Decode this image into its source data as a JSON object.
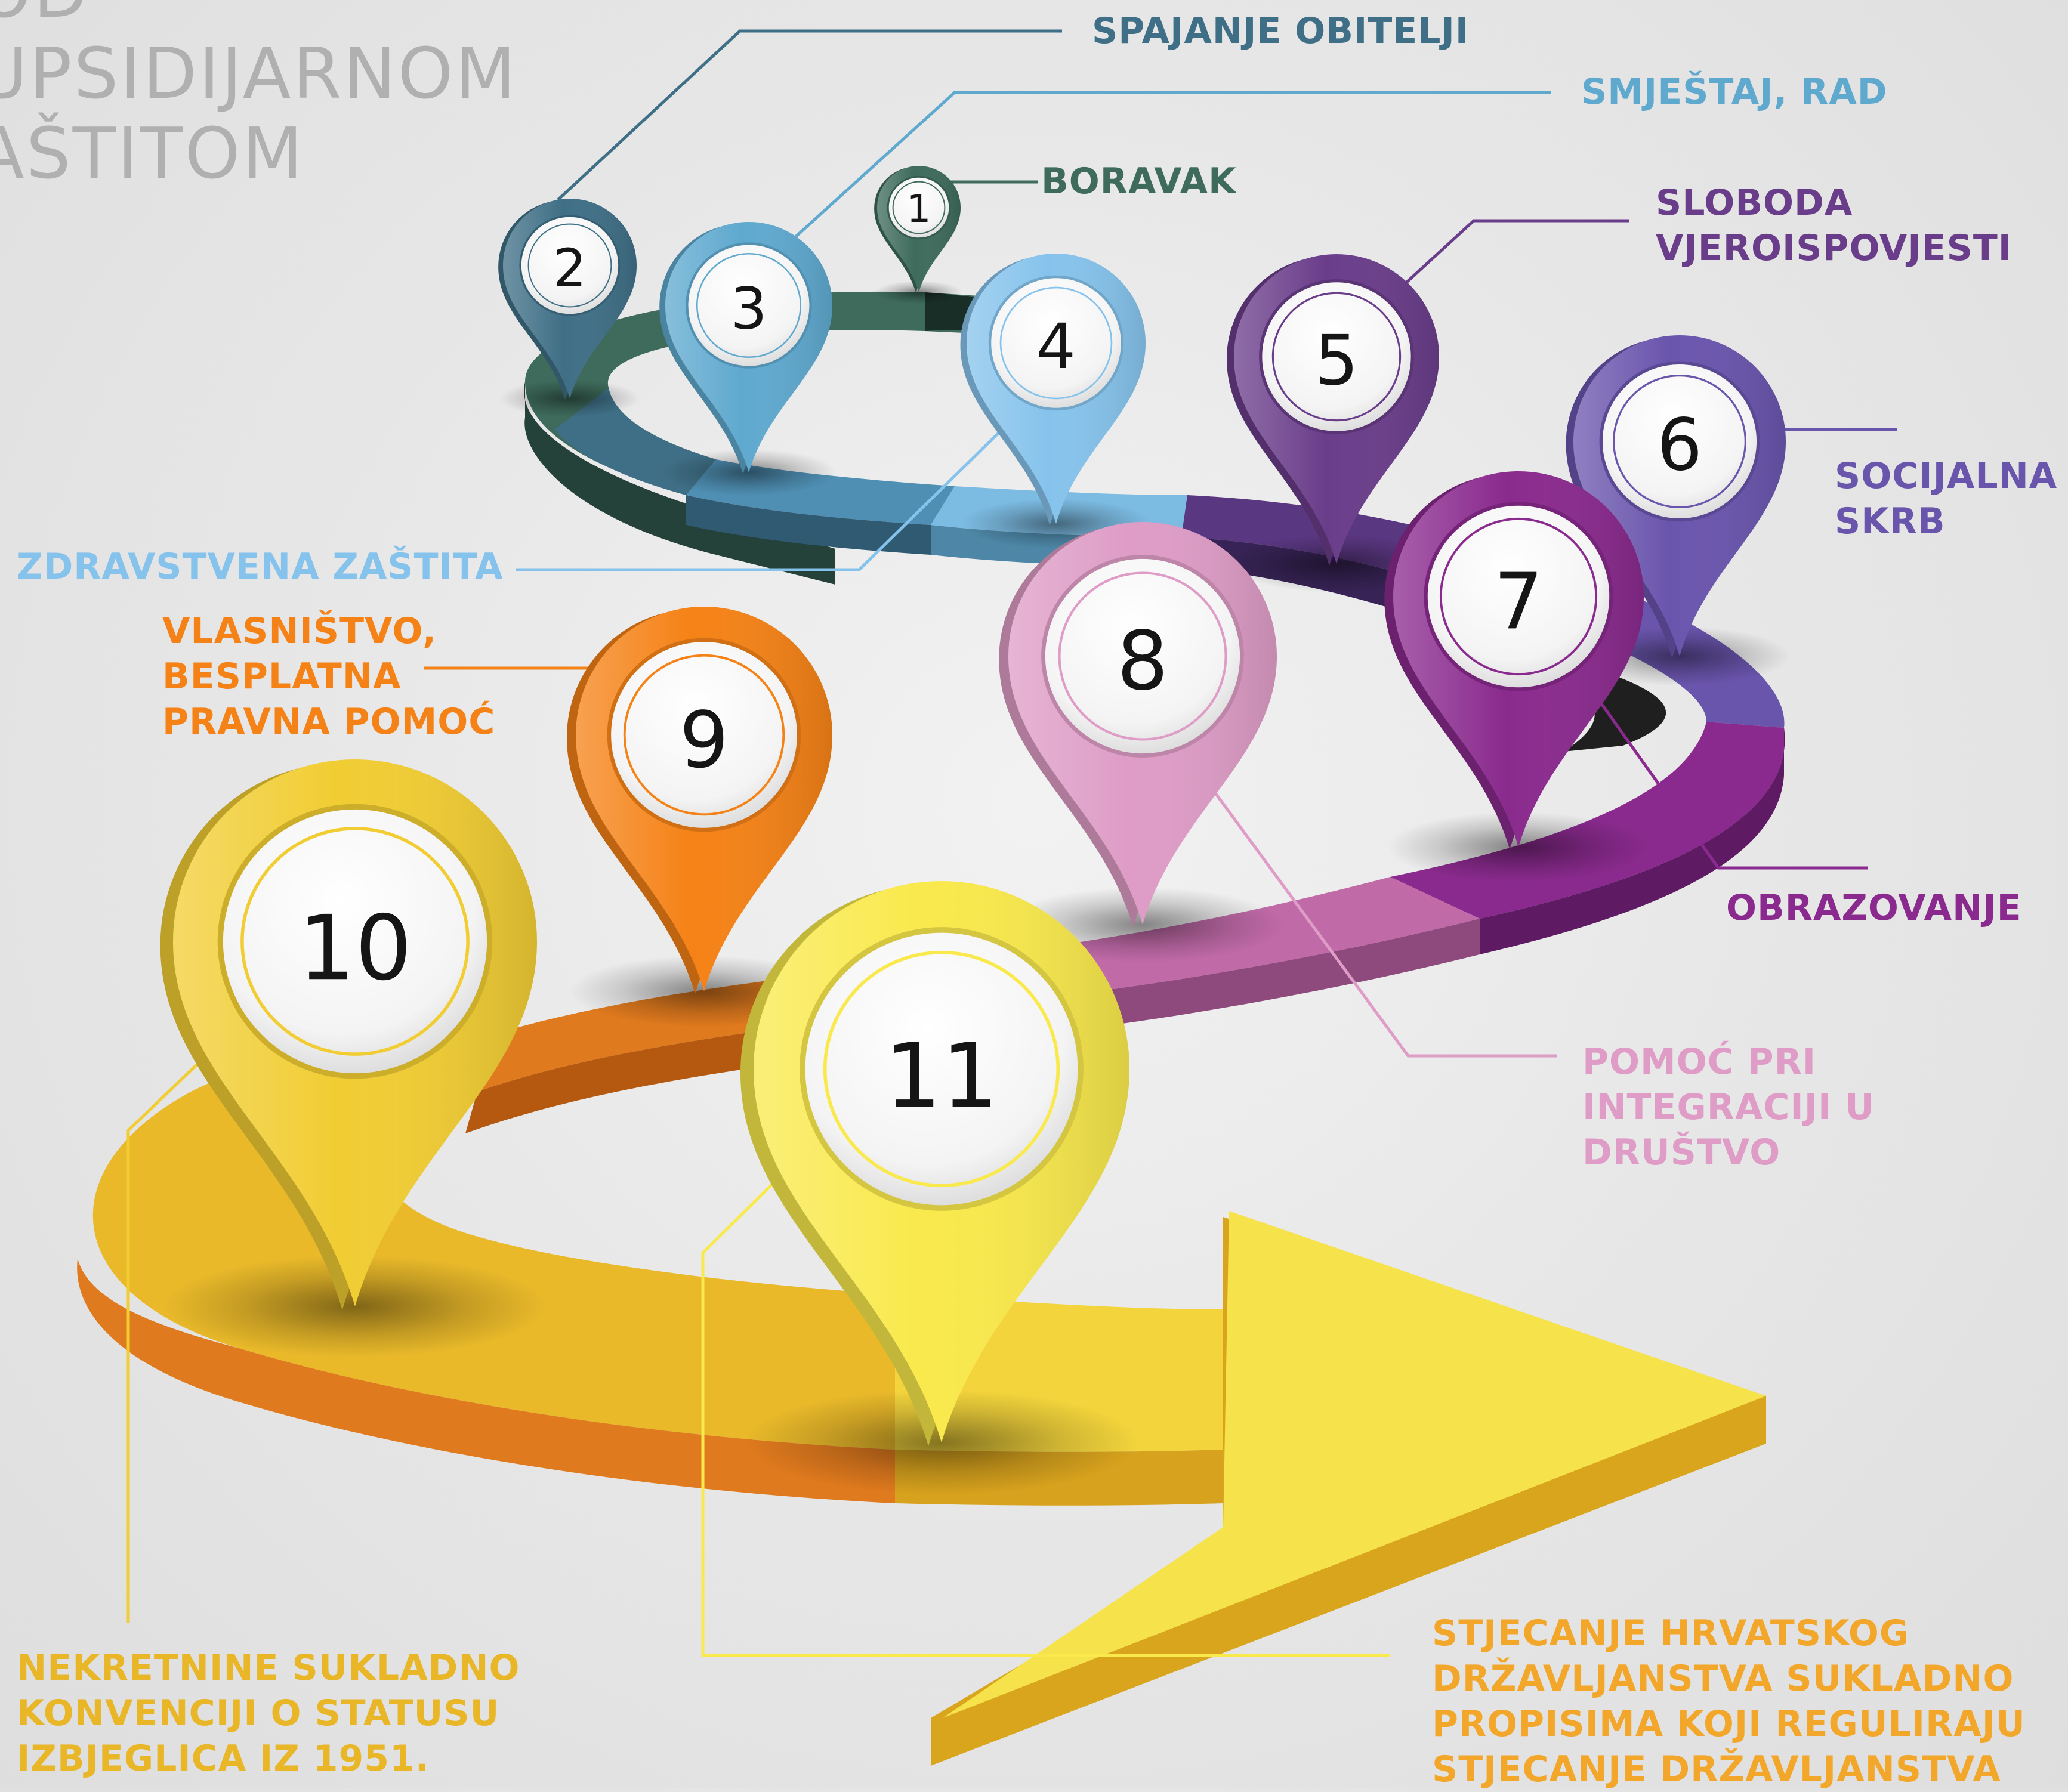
{
  "title": {
    "lines": [
      "OD",
      "UPSIDIJARNOM",
      "AŠTITOM"
    ]
  },
  "colors": {
    "boravak": "#3e6b5b",
    "spajanje_obitelji": "#3f6f86",
    "smjestaj_rad": "#5fa9cf",
    "zdravstvena_zastita": "#86c3ec",
    "sloboda_vjeroispovjesti": "#6a3d8a",
    "socijalna_skrb": "#6a55ad",
    "obrazovanje": "#8a2a8e",
    "pomoc_pri_integraciji": "#de9cc6",
    "vlasnistvo": "#f58216",
    "nekretnine": "#f1cd33",
    "stjecanje_drzavljanstva": "#f9e94c"
  },
  "steps": [
    {
      "number": "1",
      "label_lines": [
        "BORAVAK"
      ],
      "icon": "map-pin-icon"
    },
    {
      "number": "2",
      "label_lines": [
        "SPAJANJE OBITELJI"
      ],
      "icon": "map-pin-icon"
    },
    {
      "number": "3",
      "label_lines": [
        "SMJEŠTAJ, RAD"
      ],
      "icon": "map-pin-icon"
    },
    {
      "number": "4",
      "label_lines": [
        "ZDRAVSTVENA ZAŠTITA"
      ],
      "icon": "map-pin-icon"
    },
    {
      "number": "5",
      "label_lines": [
        "SLOBODA",
        "VJEROISPOVJESTI"
      ],
      "icon": "map-pin-icon"
    },
    {
      "number": "6",
      "label_lines": [
        "SOCIJALNA",
        "SKRB"
      ],
      "icon": "map-pin-icon"
    },
    {
      "number": "7",
      "label_lines": [
        "OBRAZOVANJE"
      ],
      "icon": "map-pin-icon"
    },
    {
      "number": "8",
      "label_lines": [
        "POMOĆ PRI",
        "INTEGRACIJI U",
        "DRUŠTVO"
      ],
      "icon": "map-pin-icon"
    },
    {
      "number": "9",
      "label_lines": [
        "VLASNIŠTVO,",
        "BESPLATNA",
        "PRAVNA POMOĆ"
      ],
      "icon": "map-pin-icon"
    },
    {
      "number": "10",
      "label_lines": [
        "NEKRETNINE SUKLADNO",
        "KONVENCIJI O STATUSU",
        "IZBJEGLICA IZ 1951."
      ],
      "icon": "map-pin-icon"
    },
    {
      "number": "11",
      "label_lines": [
        "STJECANJE HRVATSKOG",
        "DRŽAVLJANSTVA SUKLADNO",
        "PROPISIMA KOJI REGULIRAJU",
        "STJECANJE DRŽAVLJANSTVA"
      ],
      "icon": "map-pin-icon"
    }
  ]
}
